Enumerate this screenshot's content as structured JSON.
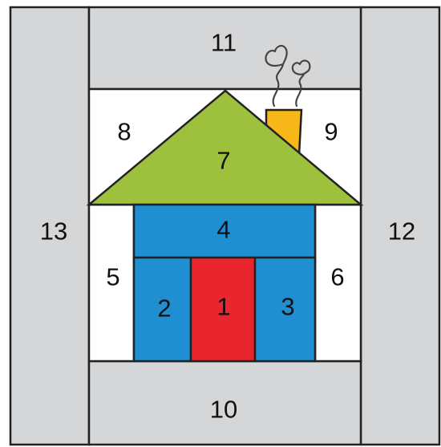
{
  "colors": {
    "border": "#d5d6d8",
    "background": "#ffffff",
    "roof": "#9dc13c",
    "walls": "#1f8fd1",
    "door": "#e9262d",
    "chimney": "#f7b719",
    "outline": "#222222",
    "smoke": "#444444"
  },
  "pieces": {
    "p1": "1",
    "p2": "2",
    "p3": "3",
    "p4": "4",
    "p5": "5",
    "p6": "6",
    "p7": "7",
    "p8": "8",
    "p9": "9",
    "p10": "10",
    "p11": "11",
    "p12": "12",
    "p13": "13"
  }
}
